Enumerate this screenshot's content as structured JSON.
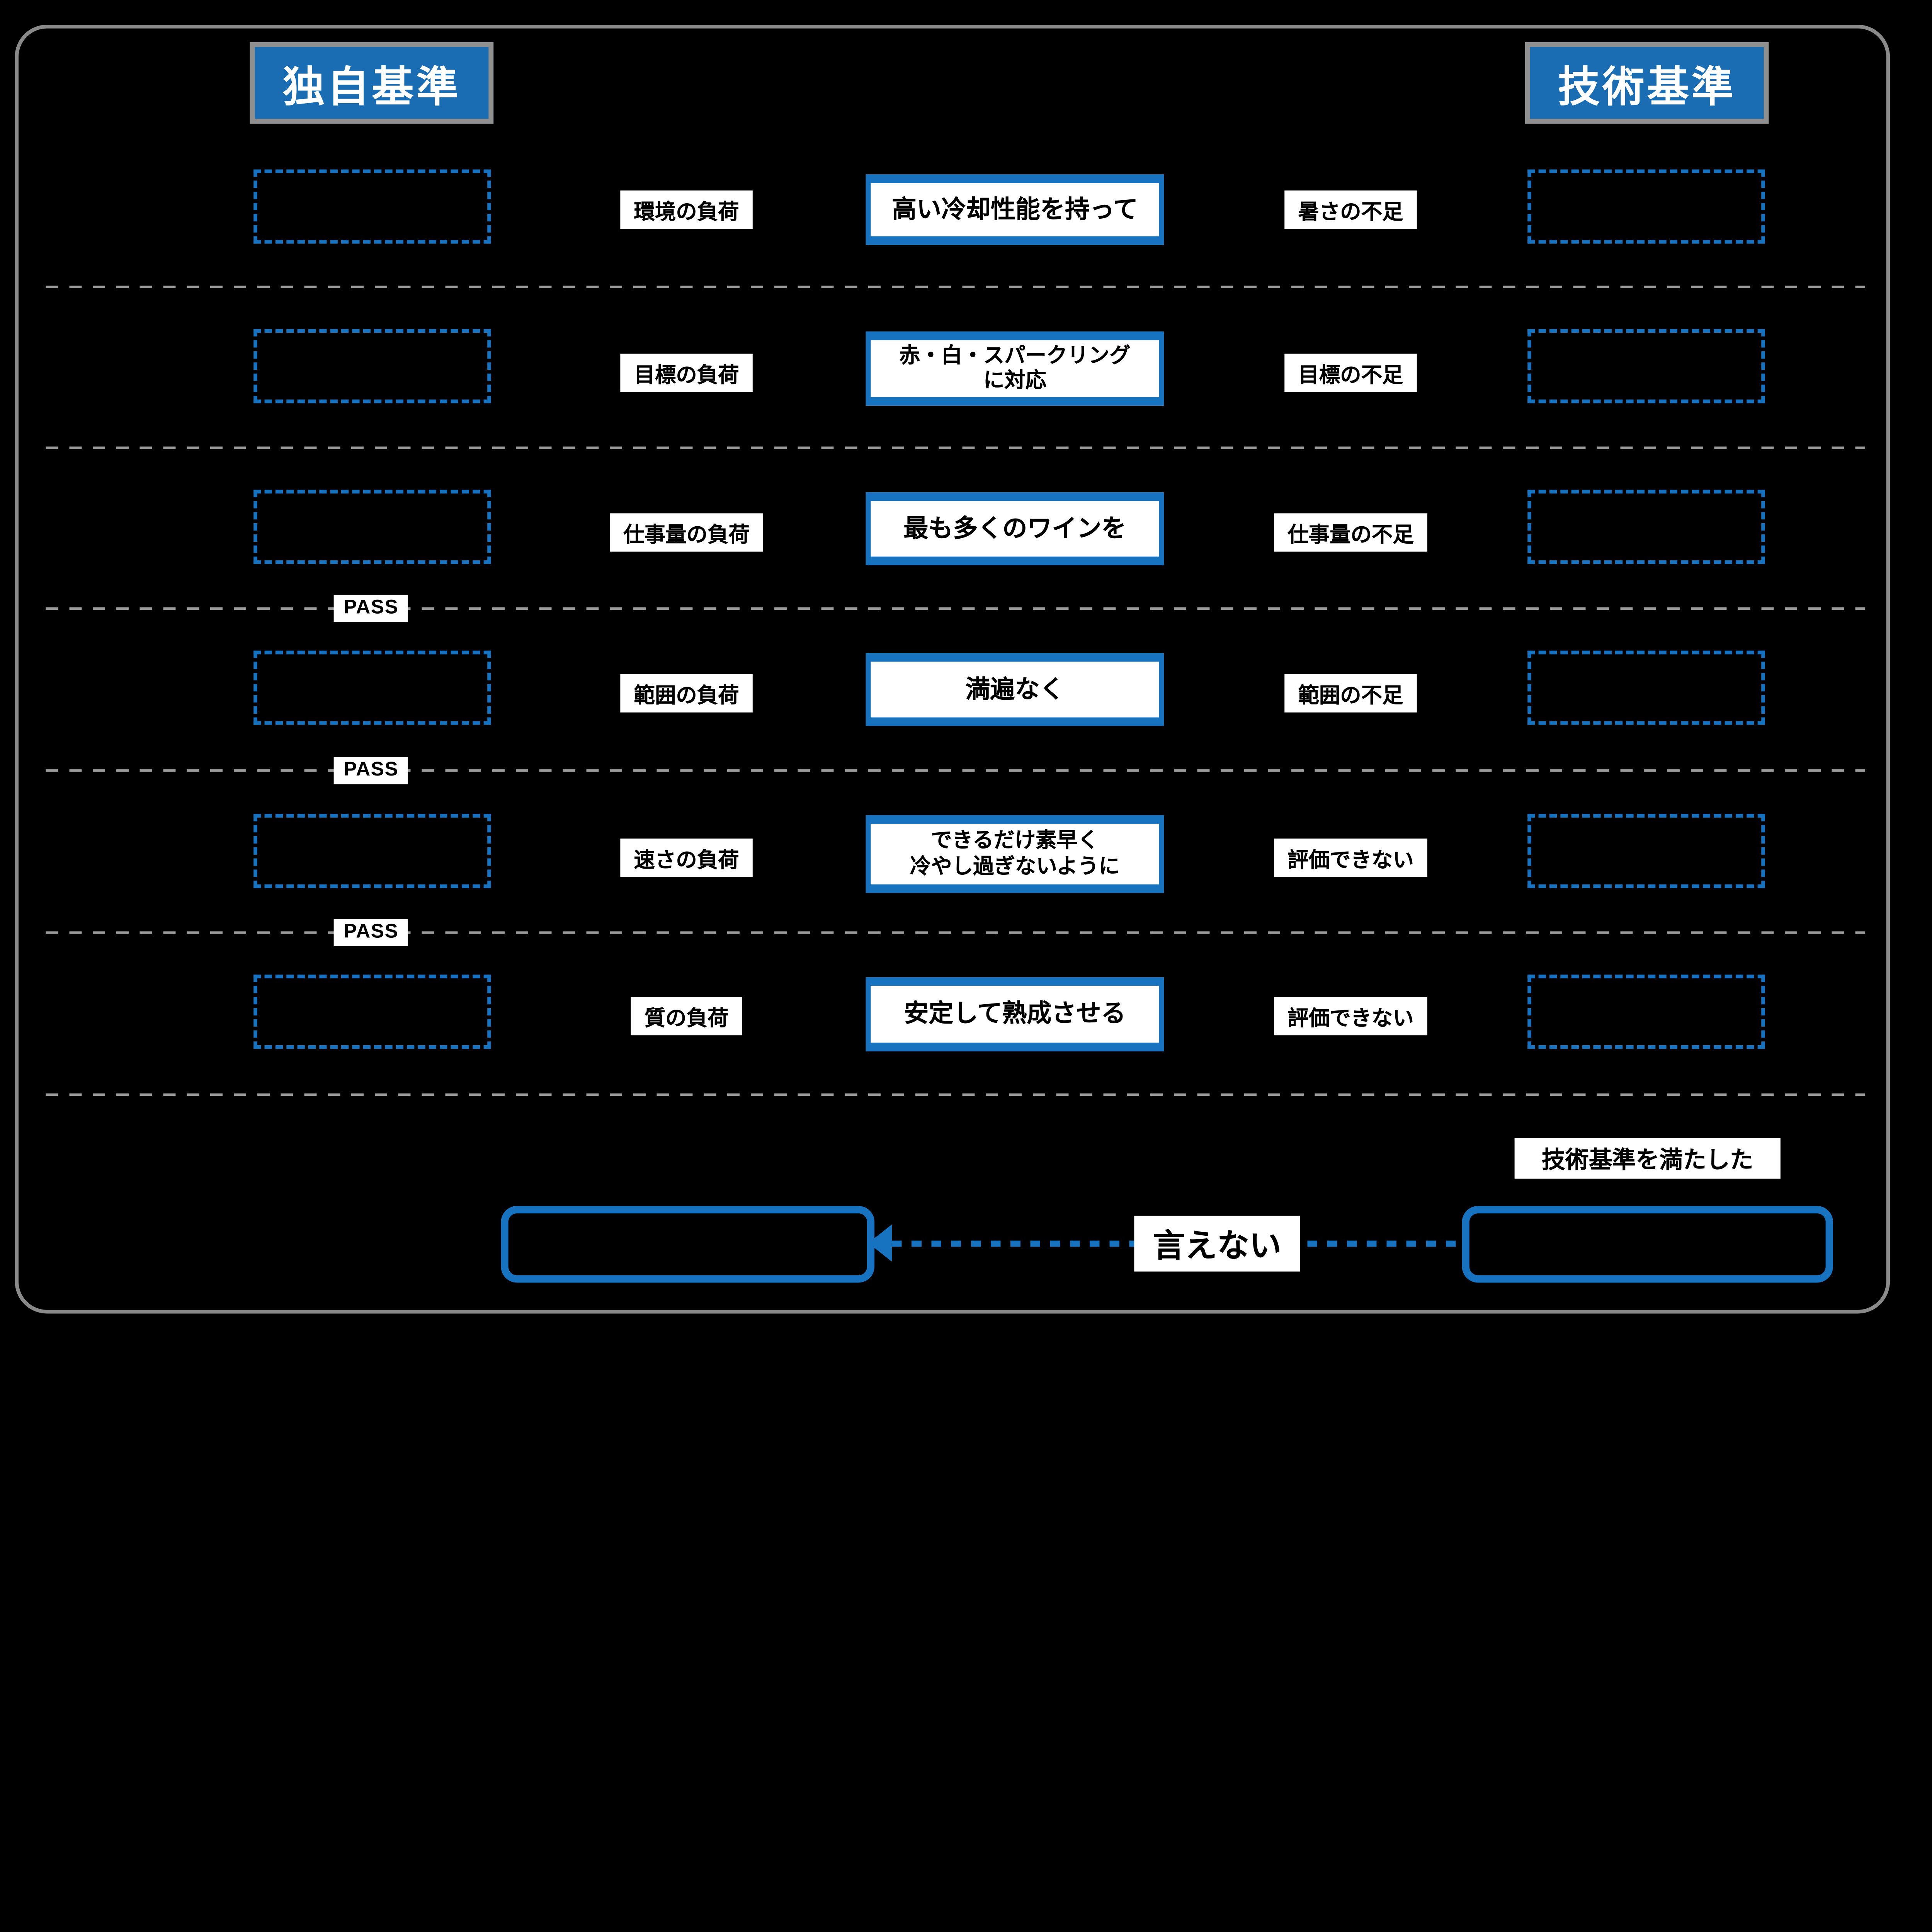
{
  "colors": {
    "background": "#000000",
    "accent_blue": "#1772bf",
    "header_blue": "#1b6db3",
    "frame_gray": "#8a8a8a",
    "separator_gray": "#9a9a9a"
  },
  "headers": {
    "left": "独自基準",
    "right": "技術基準"
  },
  "pass_label": "PASS",
  "rows": [
    {
      "left_label": "環境の負荷",
      "center": "高い冷却性能を持って",
      "right_label": "暑さの不足"
    },
    {
      "left_label": "目標の負荷",
      "center": "赤・白・スパークリング\nに対応",
      "right_label": "目標の不足"
    },
    {
      "left_label": "仕事量の負荷",
      "center": "最も多くのワインを",
      "right_label": "仕事量の不足"
    },
    {
      "left_label": "範囲の負荷",
      "center": "満遍なく",
      "right_label": "範囲の不足"
    },
    {
      "left_label": "速さの負荷",
      "center": "できるだけ素早く\n冷やし過ぎないように",
      "right_label": "評価できない"
    },
    {
      "left_label": "質の負荷",
      "center": "安定して熟成させる",
      "right_label": "評価できない"
    }
  ],
  "bottom": {
    "criteria_label": "技術基準を満たした",
    "arrow_label": "言えない"
  }
}
